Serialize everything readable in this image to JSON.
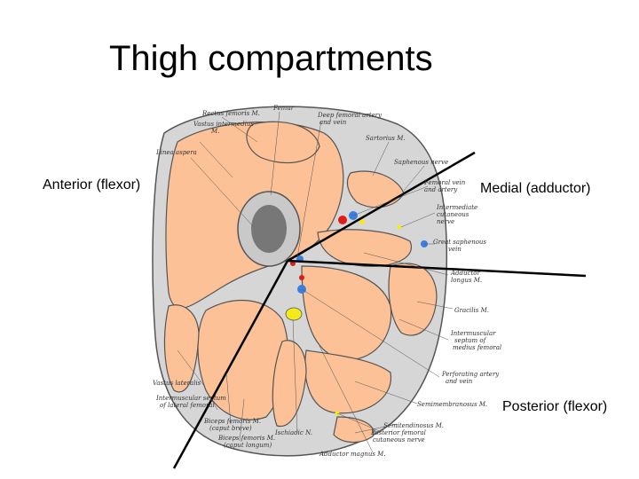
{
  "title": "Thigh compartments",
  "labels": {
    "anterior": "Anterior (flexor)",
    "medial": "Medial (adductor)",
    "posterior": "Posterior (flexor)"
  },
  "annotations": {
    "rectus_femoris": "Rectus femoris M.",
    "femur": "Femur",
    "deep_femoral": "Deep femoral artery",
    "and_vein_1": "and vein",
    "vastus_intermedius": "Vastus intermedius",
    "m1": "M.",
    "sartorius": "Sartorius M.",
    "linea_aspera": "Linea aspera",
    "saphenous_nerve": "Saphenous nerve",
    "femoral_vein": "Femoral vein",
    "and_artery": "and artery",
    "intermediate": "Intermediate",
    "cutaneous": "cutaneous",
    "nerve": "nerve",
    "great_saphenous": "Great saphenous",
    "vein": "vein",
    "adductor_longus": "Adductor",
    "longus_m": "longus M.",
    "gracilis": "Gracilis M.",
    "intermuscular": "Intermuscular",
    "septum_of": "septum of",
    "medius_femoral": "medius femoral",
    "perforating": "Perforating artery",
    "and_vein_2": "and vein",
    "semimembranosus": "Semimembranosus M.",
    "semitendinosus": "Semitendinosus M.",
    "posterior_femoral": "Posterior femoral",
    "cutaneous_nerve": "cutaneous nerve",
    "adductor_magnus": "Adductor magnus M.",
    "vastus_lateralis": "Vastus lateralis",
    "intermuscular_septum": "Intermuscular septum",
    "of_lateral": "of lateral femoral",
    "biceps_short": "Biceps femoris M.",
    "caput_breve": "(caput breve)",
    "biceps_long": "Biceps femoris M.",
    "caput_longum": "(caput longum)",
    "ischiadic": "Ischiadic N."
  },
  "colors": {
    "muscle": "#fcc196",
    "fascia": "#d6d6d6",
    "artery": "#e01b1b",
    "vein": "#3a7fe0",
    "nerve": "#f4ea1a",
    "bone": "#c9c9c9",
    "marrow": "#777777"
  }
}
